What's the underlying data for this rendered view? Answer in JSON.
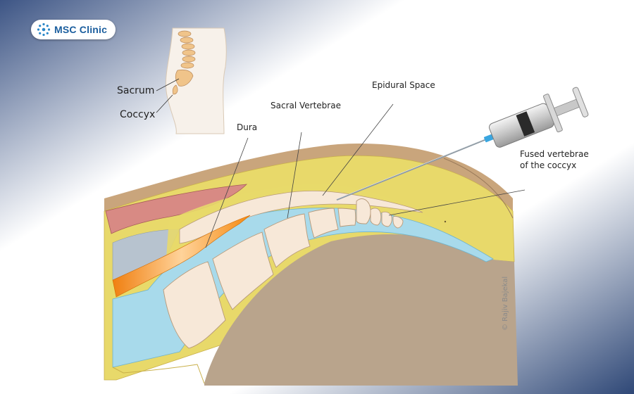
{
  "brand": {
    "name": "MSC Clinic",
    "color": "#1b5e9e"
  },
  "labels": {
    "sacrum": "Sacrum",
    "coccyx": "Coccyx",
    "dura": "Dura",
    "sacral_vertebrae": "Sacral Vertebrae",
    "epidural_space": "Epidural Space",
    "fused_vertebrae_line1": "Fused vertebrae",
    "fused_vertebrae_line2": "of the coccyx"
  },
  "credit": "© Rajiv Bajekal",
  "icons": {
    "logo": "dna-ring-icon",
    "syringe": "syringe-icon"
  },
  "colors": {
    "fat": "#e8d96a",
    "muscle": "#d88a84",
    "bone": "#f7e8d8",
    "csf": "#a8daeb",
    "dura": "#f5901e",
    "tissue": "#b9a48c",
    "skin": "#c9a57c",
    "background_dark": "#3a5283"
  }
}
